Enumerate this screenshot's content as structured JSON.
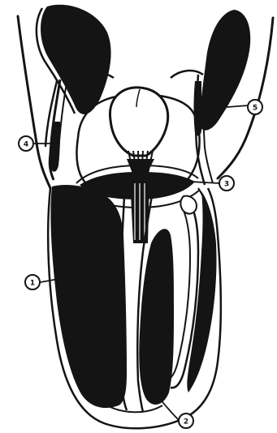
{
  "colors": {
    "ink": "#141414",
    "paper": "#ffffff"
  },
  "callouts": [
    {
      "id": "c1",
      "label": "1"
    },
    {
      "id": "c2",
      "label": "2"
    },
    {
      "id": "c3",
      "label": "3"
    },
    {
      "id": "c4",
      "label": "4"
    },
    {
      "id": "c5",
      "label": "5"
    }
  ]
}
